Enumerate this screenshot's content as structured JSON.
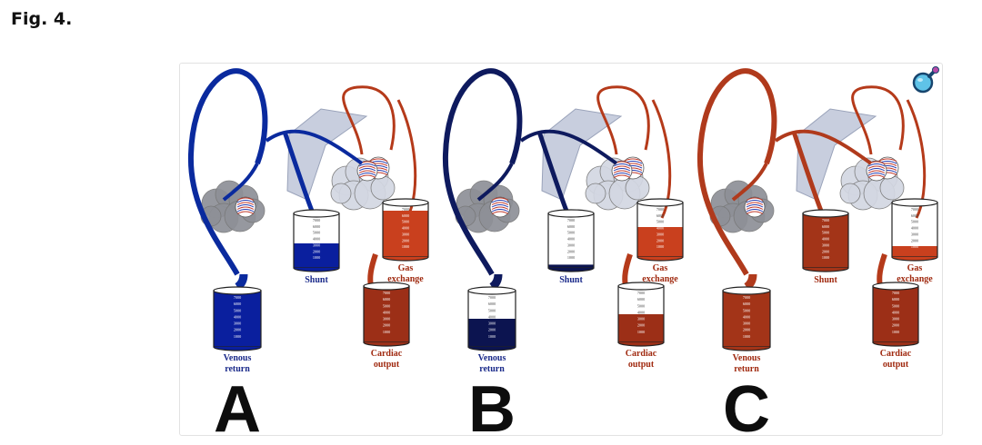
{
  "figure_label": "Fig. 4.",
  "panels": [
    {
      "letter": "A",
      "venous_label": [
        "Venous",
        "return"
      ],
      "shunt_label": "Shunt",
      "gas_label": [
        "Gas",
        "exchange"
      ],
      "cardiac_label": [
        "Cardiac",
        "output"
      ],
      "venous_level": 1.0,
      "shunt_level": 0.45,
      "gas_level": 0.85,
      "cardiac_level": 1.0,
      "venous_color": "#0a1f9e",
      "shunt_color": "#0a1f9e",
      "vessel_color": "#0a2a9e"
    },
    {
      "letter": "B",
      "venous_label": [
        "Venous",
        "return"
      ],
      "shunt_label": "Shunt",
      "gas_label": [
        "Gas",
        "exchange"
      ],
      "cardiac_label": [
        "Cardiac",
        "output"
      ],
      "venous_level": 0.5,
      "shunt_level": 0.06,
      "gas_level": 0.55,
      "cardiac_level": 0.5,
      "venous_color": "#0c1450",
      "shunt_color": "#0c1450",
      "vessel_color": "#0e1a5e"
    },
    {
      "letter": "C",
      "venous_label": [
        "Venous",
        "return"
      ],
      "shunt_label": "Shunt",
      "gas_label": [
        "Gas",
        "exchange"
      ],
      "cardiac_label": [
        "Cardiac",
        "output"
      ],
      "venous_level": 1.0,
      "shunt_level": 1.0,
      "gas_level": 0.2,
      "cardiac_level": 1.0,
      "venous_color": "#a33418",
      "shunt_color": "#a33418",
      "vessel_color": "#b03a1c"
    }
  ],
  "tick_values": [
    "7000",
    "6000",
    "5000",
    "4000",
    "3000",
    "2000",
    "1000"
  ],
  "colors": {
    "oxygenated": "#b53a1a",
    "gas_fill": "#c9401e",
    "cardiac_fill": "#9c2f17",
    "lung_lobe": "#8e9097",
    "lung_light": "#d3d7e2",
    "trachea": "#c8cede",
    "label_blue": "#1a2a8a",
    "label_red": "#a02a10"
  },
  "icons": {
    "zoom": "magnifier-icon"
  }
}
